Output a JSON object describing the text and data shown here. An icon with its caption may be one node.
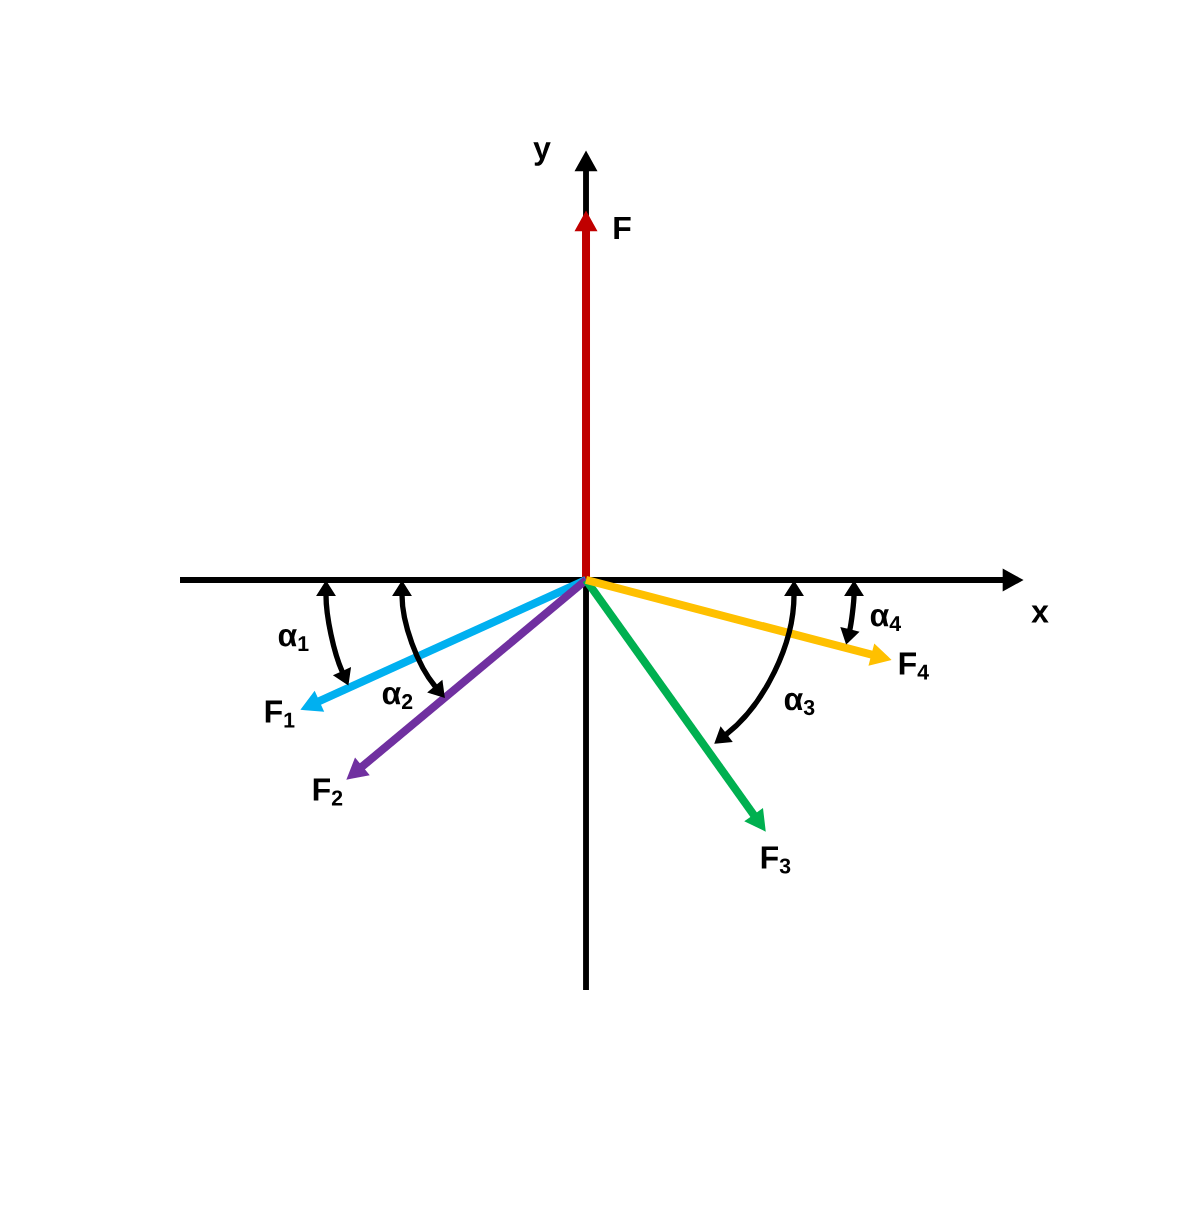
{
  "diagram": {
    "labels": [
      "y",
      "F",
      "x",
      "α$_{4}$",
      "α$_{1}$",
      "F$_{4}$",
      "α$_{2}$",
      "α$_{3}$",
      "F$_{1}$",
      "F$_{2}$",
      "F$_{3}$"
    ]
  }
}
